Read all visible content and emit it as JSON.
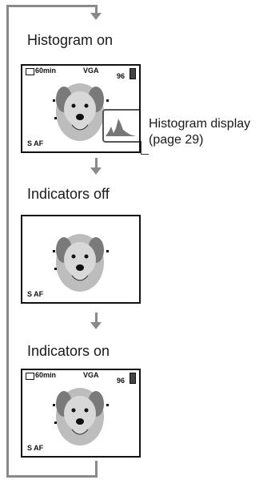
{
  "states": [
    {
      "label": "Histogram on"
    },
    {
      "label": "Indicators off"
    },
    {
      "label": "Indicators on"
    }
  ],
  "osd": {
    "battery_time": "60min",
    "image_size": "VGA",
    "shots_remaining": "96",
    "af_mode": "S AF"
  },
  "callout": {
    "line1": "Histogram display",
    "line2": "(page 29)"
  },
  "colors": {
    "flow": "#8a8a8a",
    "screen_border": "#111111"
  },
  "icons": [
    "arrow-down-icon",
    "battery-icon",
    "memory-card-icon",
    "histogram-icon"
  ]
}
